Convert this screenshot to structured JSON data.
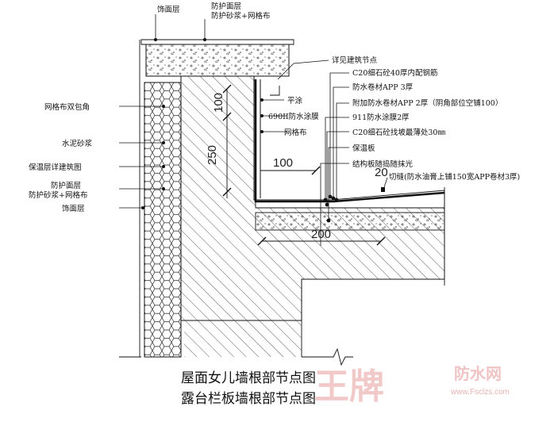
{
  "labels": {
    "left": {
      "mesh_double_wrap": "网格布双包角",
      "cement_mortar": "水泥砂浆",
      "insulation_see_drawing": "保温层详建筑图",
      "protective_layer": "防护面层",
      "protective_mortar_mesh": "防护砂浆+网格布",
      "finish_layer": "饰面层"
    },
    "top": {
      "finish_layer": "饰面层",
      "protective_layer": "防护面层",
      "protective_mortar_mesh": "防护砂浆+网格布"
    },
    "inner": {
      "see_node": "详见建筑节点",
      "plaster": "平涂",
      "coating": "690II防水涂膜",
      "mesh": "网格布"
    },
    "right": {
      "c20_concrete": "C20细石砼40厚内配钢筋",
      "membrane_app3": "防水卷材APP 3厚",
      "extra_membrane": "附加防水卷材APP 2厚（阴角部位空铺100）",
      "coating_911": "911防水涂膜2厚",
      "slope_concrete": "C20细石砼找坡最薄处30㎜",
      "insulation_board": "保温板",
      "structural_slab": "结构板随捣随抹光",
      "cut_joint": "切缝(防水油膏上铺150宽APP卷材3厚)"
    },
    "dims": {
      "height_250": "250",
      "height_100": "100",
      "width_100": "100",
      "width_200": "200",
      "joint_20": "20"
    }
  },
  "caption": {
    "line1": "屋面女儿墙根部节点图",
    "line2": "露台栏板墙根部节点图"
  },
  "watermark": {
    "brand": "王牌",
    "site_name": "防水网",
    "url": "www.Fsclzs.com"
  },
  "colors": {
    "line": "#111111",
    "watermark": "#f0c4c4"
  }
}
